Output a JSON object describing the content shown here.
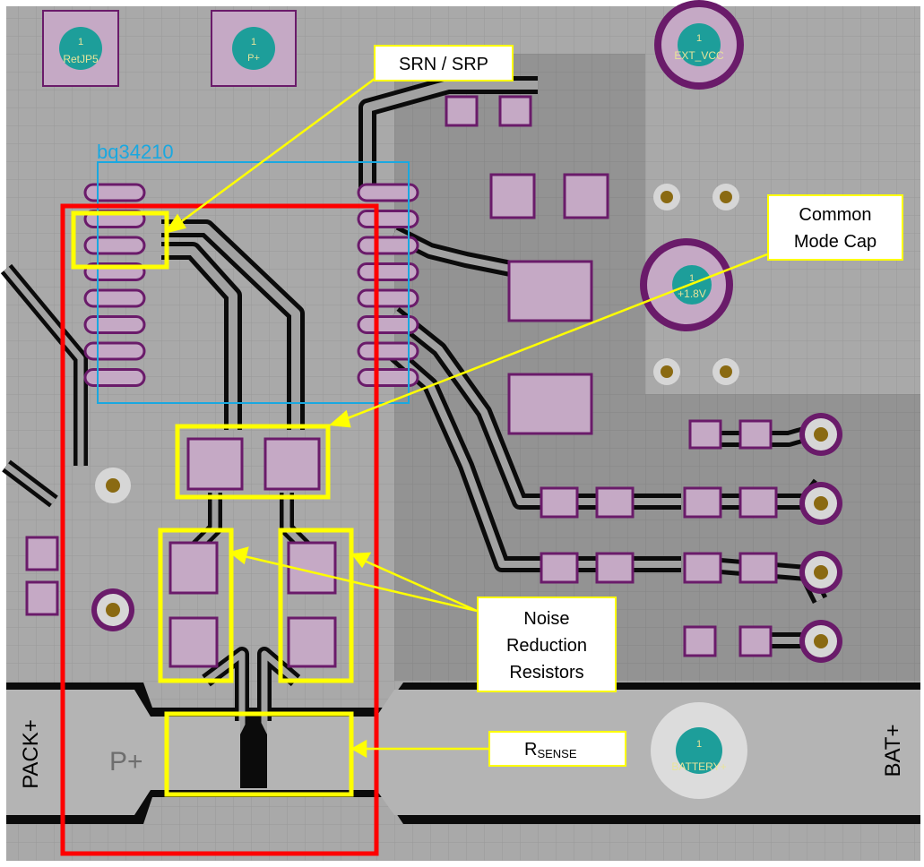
{
  "callouts": {
    "srn_srp": "SRN / SRP",
    "common_mode_1": "Common",
    "common_mode_2": "Mode Cap",
    "noise_1": "Noise",
    "noise_2": "Reduction",
    "noise_3": "Resistors",
    "rsense_main": "R",
    "rsense_sub": "SENSE"
  },
  "silkscreen": {
    "ic_label": "bq34210",
    "pad_number": "1",
    "jp5": "RetJP5",
    "p_plus_pad": "P+",
    "ext_vcc": "EXT_VCC",
    "v18": "+1.8V",
    "battery": "BATTERY+",
    "p_plus_body": "P+"
  },
  "edge_labels": {
    "pack": "PACK+",
    "bat": "BAT+"
  },
  "colors": {
    "board": "#a8a8a8",
    "pour": "#b0b0b0",
    "trace": "#a2a2a2",
    "clearance": "#0b0b0b",
    "pad": "#c5a9c5",
    "pad_edge": "#6a1b6a",
    "via_ring": "#d6d6d6",
    "via_core": "#8a6a12",
    "tp_fill": "#1d9e9a",
    "highlight": "#ffff00",
    "frame": "#ff0000",
    "ic_outline": "#1aa8e0"
  }
}
